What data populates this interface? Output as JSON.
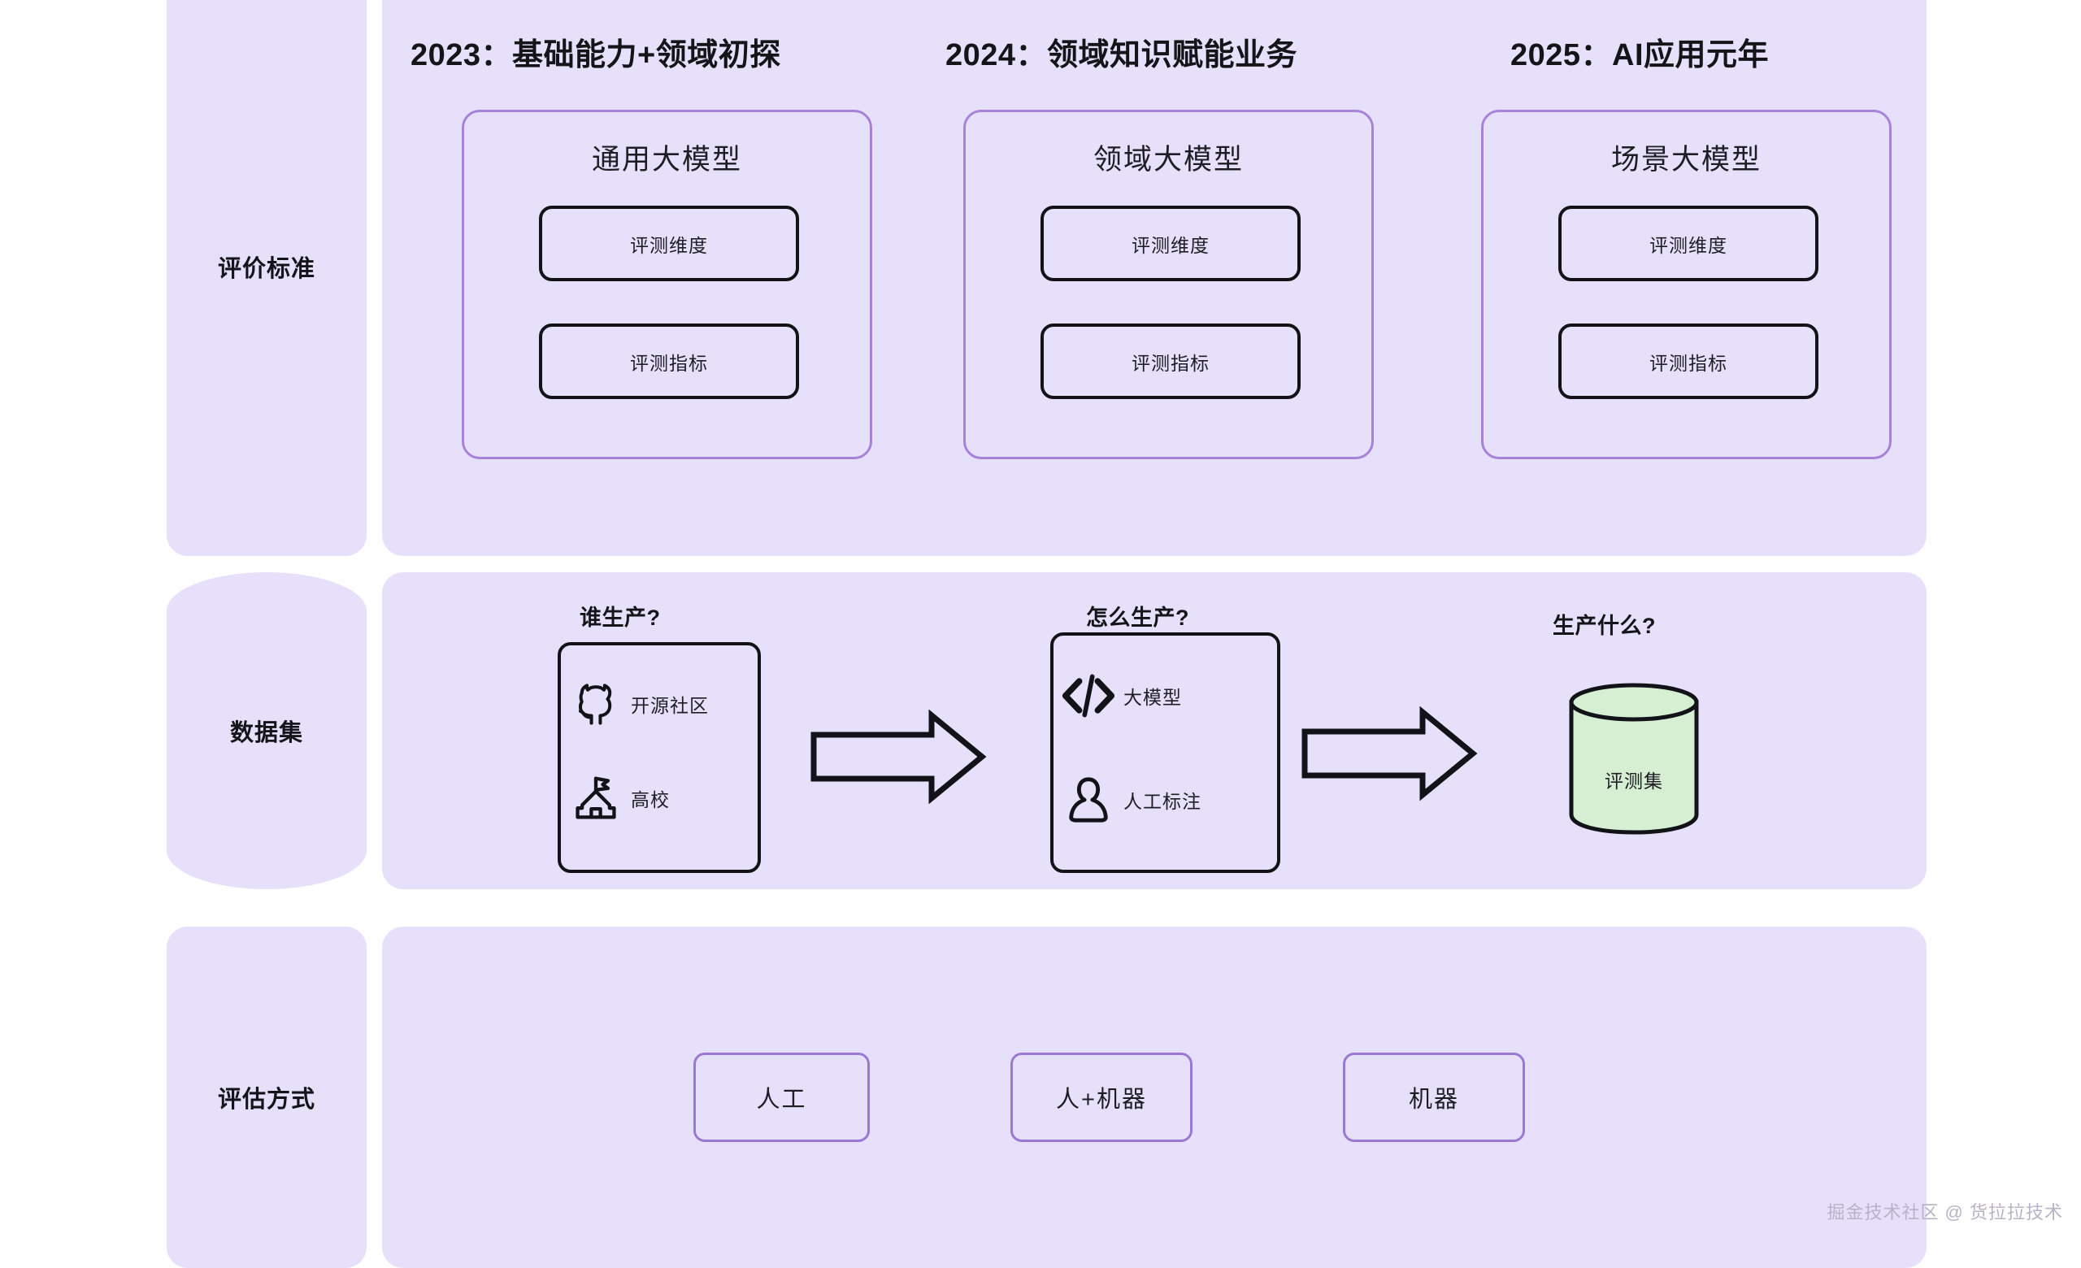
{
  "rows": [
    {
      "label": "评价标准"
    },
    {
      "label": "数据集"
    },
    {
      "label": "评估方式"
    }
  ],
  "evaluation_criteria": {
    "eras": [
      {
        "header": "2023：基础能力+领域初探",
        "card_title": "通用大模型",
        "items": [
          "评测维度",
          "评测指标"
        ]
      },
      {
        "header": "2024：领域知识赋能业务",
        "card_title": "领域大模型",
        "items": [
          "评测维度",
          "评测指标"
        ]
      },
      {
        "header": "2025：AI应用元年",
        "card_title": "场景大模型",
        "items": [
          "评测维度",
          "评测指标"
        ]
      }
    ]
  },
  "dataset": {
    "questions": [
      "谁生产?",
      "怎么生产?",
      "生产什么?"
    ],
    "producers": [
      {
        "icon": "github-icon",
        "label": "开源社区"
      },
      {
        "icon": "university-icon",
        "label": "高校"
      }
    ],
    "methods": [
      {
        "icon": "code-brackets-icon",
        "label": "大模型"
      },
      {
        "icon": "person-icon",
        "label": "人工标注"
      }
    ],
    "output": {
      "icon": "database-cylinder-icon",
      "label": "评测集"
    },
    "arrow_icon": "block-arrow-right-icon"
  },
  "evaluation_method": {
    "options": [
      "人工",
      "人+机器",
      "机器"
    ]
  },
  "watermark": "掘金技术社区 @ 货拉拉技术",
  "colors": {
    "panel_bg": "#e7e0fb",
    "page_bg": "#ffffff",
    "accent_purple": "#a882d8",
    "chip_border": "#9a79d2",
    "outline_black": "#121318",
    "cylinder_fill": "#d6eed2",
    "text": "#1d1e24",
    "watermark": "#b9b2c7"
  }
}
